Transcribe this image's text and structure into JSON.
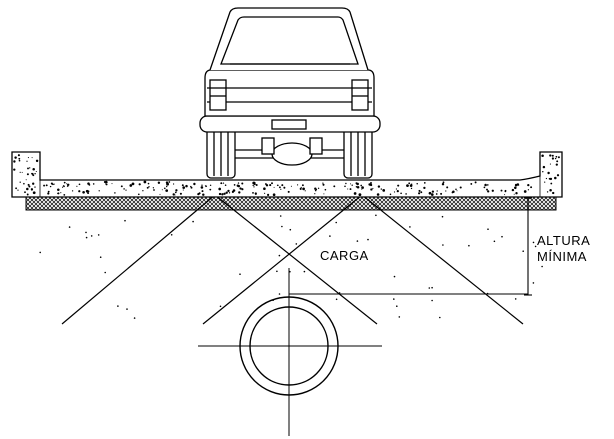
{
  "labels": {
    "load": "CARGA",
    "min_height_line1": "ALTURA",
    "min_height_line2": "MÍNIMA"
  },
  "icons": {
    "vehicle": "pickup-truck-rear-icon",
    "pipe": "pipe-cross-section-icon"
  },
  "colors": {
    "line": "#000000",
    "background": "#ffffff"
  }
}
